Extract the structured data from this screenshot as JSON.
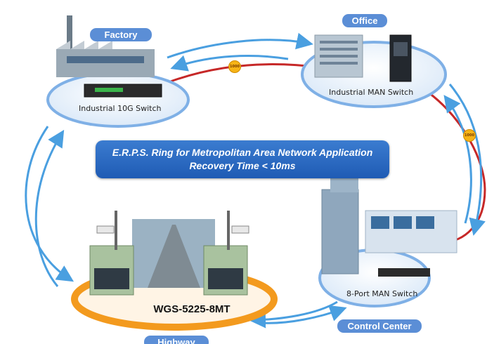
{
  "locations": {
    "factory": "Factory",
    "office": "Office",
    "control_center": "Control Center",
    "highway": "Highway"
  },
  "devices": {
    "factory_switch": "Industrial 10G Switch",
    "office_switch": "Industrial MAN Switch",
    "control_switch": "8-Port MAN Switch",
    "highway_model": "WGS-5225-8MT"
  },
  "banner": {
    "line1": "E.R.P.S. Ring for Metropolitan Area Network Application",
    "line2": "Recovery Time < 10ms"
  },
  "links": {
    "badge_top": "1000",
    "badge_right": "1000"
  },
  "colors": {
    "ring_fiber": "#c62828",
    "arrow": "#4a9fe0",
    "platform": "#b9d5f2",
    "highway_platform": "#f39a1e",
    "banner": "#2a68c0"
  }
}
